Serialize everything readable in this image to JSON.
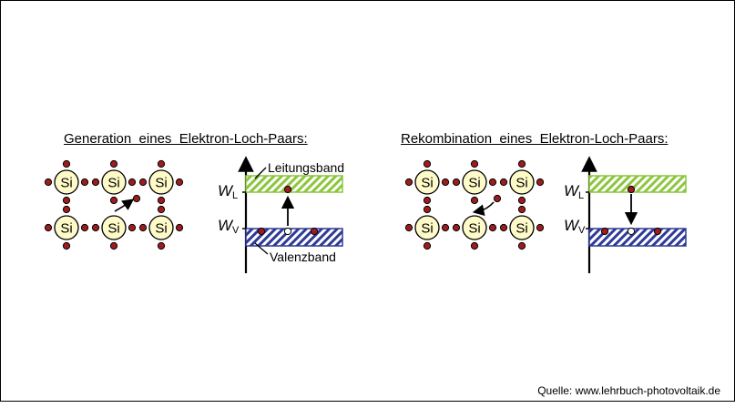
{
  "left_panel": {
    "title": "Generation  eines  Elektron-Loch-Paars:",
    "atom_label": "Si",
    "conduction_band_label": "Leitungsband",
    "valence_band_label": "Valenzband",
    "wl_symbol": "W",
    "wl_sub": "L",
    "wv_symbol": "W",
    "wv_sub": "V",
    "transition": "up"
  },
  "right_panel": {
    "title": "Rekombination  eines  Elektron-Loch-Paars:",
    "atom_label": "Si",
    "wl_symbol": "W",
    "wl_sub": "L",
    "wv_symbol": "W",
    "wv_sub": "V",
    "transition": "down"
  },
  "source": "Quelle: www.lehrbuch-photovoltaik.de",
  "colors": {
    "atom_fill": "#fffbc8",
    "electron": "#a01c1c",
    "conduction_band": "#8cc63e",
    "valence_band": "#2e3a96"
  }
}
